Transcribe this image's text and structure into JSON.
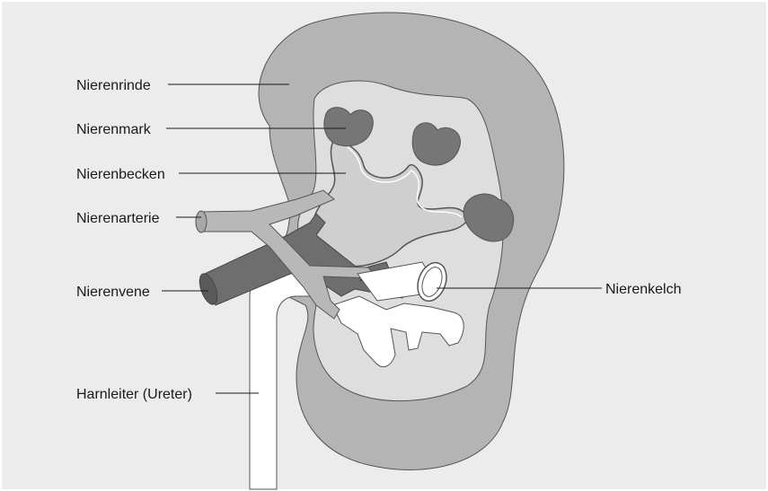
{
  "diagram": {
    "labels": {
      "nierenrinde": "Nierenrinde",
      "nierenmark": "Nierenmark",
      "nierenbecken": "Nierenbecken",
      "nierenarterie": "Nierenarterie",
      "nierenvene": "Nierenvene",
      "harnleiter": "Harnleiter (Ureter)",
      "nierenkelch": "Nierenkelch"
    },
    "colors": {
      "background": "#ececec",
      "cortex": "#b4b4b4",
      "inner": "#dedede",
      "medulla": "#767676",
      "pelvis": "#cfcfcf",
      "artery": "#b8b8b8",
      "vein": "#6e6e6e",
      "ureter": "#ffffff",
      "outline": "#555555"
    }
  }
}
